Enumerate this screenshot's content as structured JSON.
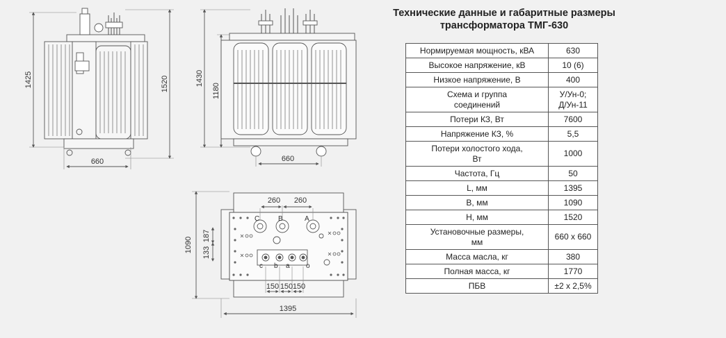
{
  "header": {
    "title_line1": "Технические данные и габаритные размеры",
    "title_line2": "трансформатора ТМГ-630"
  },
  "specs": [
    {
      "param": "Нормируемая мощность, кВА",
      "value": "630"
    },
    {
      "param": "Высокое напряжение, кВ",
      "value": "10 (6)"
    },
    {
      "param": "Низкое напряжение, В",
      "value": "400"
    },
    {
      "param": "Схема и группа соединений",
      "param_l1": "Схема и группа",
      "param_l2": "соединений",
      "value": "У/Ун-0; Д/Ун-11",
      "value_l1": "У/Ун-0;",
      "value_l2": "Д/Ун-11"
    },
    {
      "param": "Потери КЗ, Вт",
      "value": "7600"
    },
    {
      "param": "Напряжение КЗ, %",
      "value": "5,5"
    },
    {
      "param": "Потери холостого хода, Вт",
      "param_l1": "Потери холостого хода,",
      "param_l2": "Вт",
      "value": "1000"
    },
    {
      "param": "Частота, Гц",
      "value": "50"
    },
    {
      "param": "L, мм",
      "value": "1395"
    },
    {
      "param": "B, мм",
      "value": "1090"
    },
    {
      "param": "H, мм",
      "value": "1520"
    },
    {
      "param": "Установочные размеры, мм",
      "param_l1": "Установочные размеры,",
      "param_l2": "мм",
      "value": "660 х 660"
    },
    {
      "param": "Масса масла, кг",
      "value": "380"
    },
    {
      "param": "Полная масса, кг",
      "value": "1770"
    },
    {
      "param": "ПБВ",
      "value": "±2 х 2,5%"
    }
  ],
  "drawing": {
    "side_view": {
      "height_a": "1425",
      "height_b": "1520",
      "base_width": "660"
    },
    "front_view": {
      "height_a": "1430",
      "height_b": "1180",
      "base_width": "660"
    },
    "top_view": {
      "hv_spacing_1": "260",
      "hv_spacing_2": "260",
      "lv_spacing_1": "150",
      "lv_spacing_2": "150",
      "lv_spacing_3": "150",
      "depth": "1090",
      "offset_a": "187",
      "offset_b": "133",
      "length": "1395",
      "hv_labels": [
        "C",
        "B",
        "A"
      ],
      "lv_labels": [
        "c",
        "b",
        "a",
        "o"
      ]
    }
  }
}
